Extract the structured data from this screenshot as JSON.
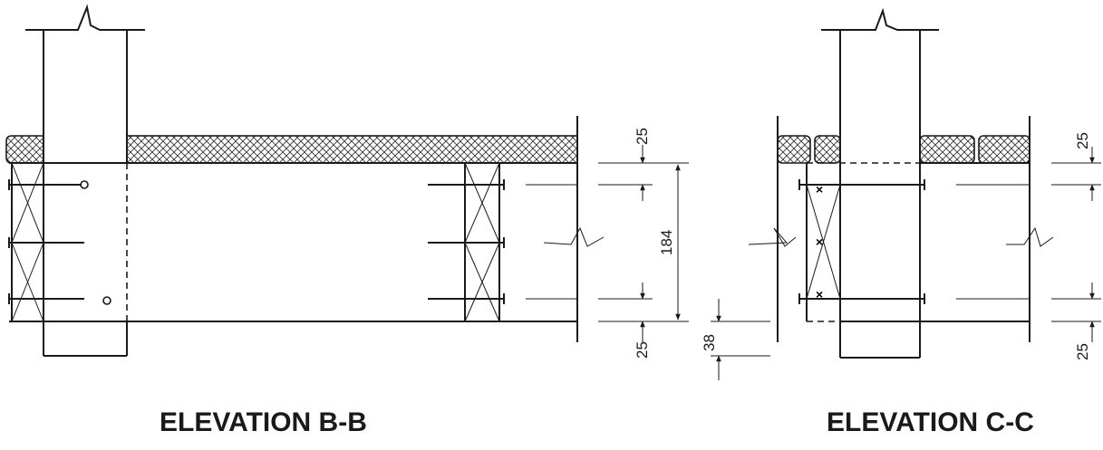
{
  "elevation_b": {
    "title": "ELEVATION B-B",
    "dims": {
      "top": "25",
      "depth": "184",
      "bottom": "25"
    }
  },
  "elevation_c": {
    "title": "ELEVATION C-C",
    "dims": {
      "top": "25",
      "bottom": "25",
      "offset": "38"
    }
  }
}
